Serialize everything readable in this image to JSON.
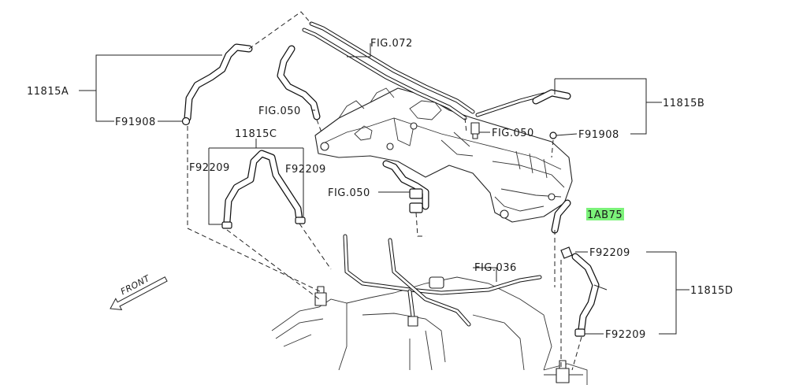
{
  "labels": {
    "hose_a": "11815A",
    "clamp_a": "F91908",
    "fig_072": "FIG.072",
    "fig_050_top": "FIG.050",
    "hose_c": "11815C",
    "clamp_c_left": "F92209",
    "clamp_c_right": "F92209",
    "fig_050_mid": "FIG.050",
    "fig_050_right": "FIG.050",
    "hose_b": "11815B",
    "clamp_b": "F91908",
    "part_1ab75": "1AB75",
    "clamp_d_top": "F92209",
    "hose_d": "11815D",
    "clamp_d_bottom": "F92209",
    "fig_036": "FIG.036",
    "front_arrow": "FRONT"
  },
  "colors": {
    "highlight": "#7CF27A",
    "line": "#222222"
  }
}
